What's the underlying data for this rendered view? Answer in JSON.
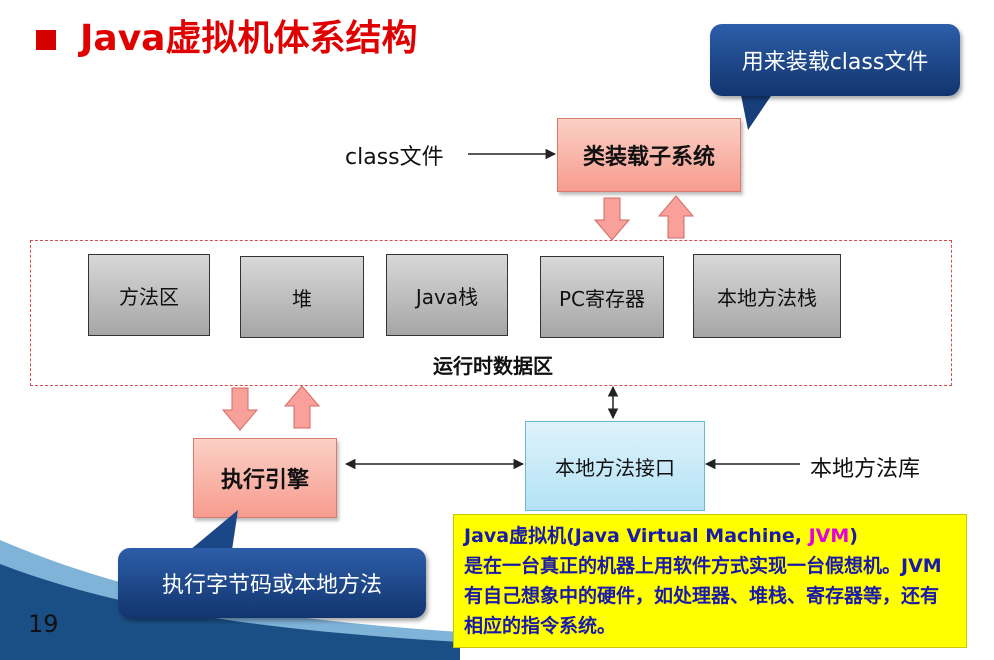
{
  "title": "Java虚拟机体系结构",
  "slide_number": "19",
  "callouts": {
    "top": "用来装载class文件",
    "bottom": "执行字节码或本地方法"
  },
  "nodes": {
    "class_file": "class文件",
    "class_loader": "类装载子系统",
    "runtime_label": "运行时数据区",
    "areas": [
      "方法区",
      "堆",
      "Java栈",
      "PC寄存器",
      "本地方法栈"
    ],
    "execution_engine": "执行引擎",
    "native_interface": "本地方法接口",
    "native_library": "本地方法库"
  },
  "note": {
    "line1_prefix": "Java虚拟机(Java Virtual Machine, ",
    "line1_jvm": "JVM",
    "line1_suffix": ")",
    "body": "是在一台真正的机器上用软件方式实现一台假想机。JVM有自己想象中的硬件，如处理器、堆栈、寄存器等，还有相应的指令系统。"
  },
  "colors": {
    "title": "#e00000",
    "callout": "#1f4a8c",
    "box": "#f8a99c",
    "note_bg": "#ffff00",
    "note_text": "#1a1aa8",
    "accent": "#e000e0"
  }
}
